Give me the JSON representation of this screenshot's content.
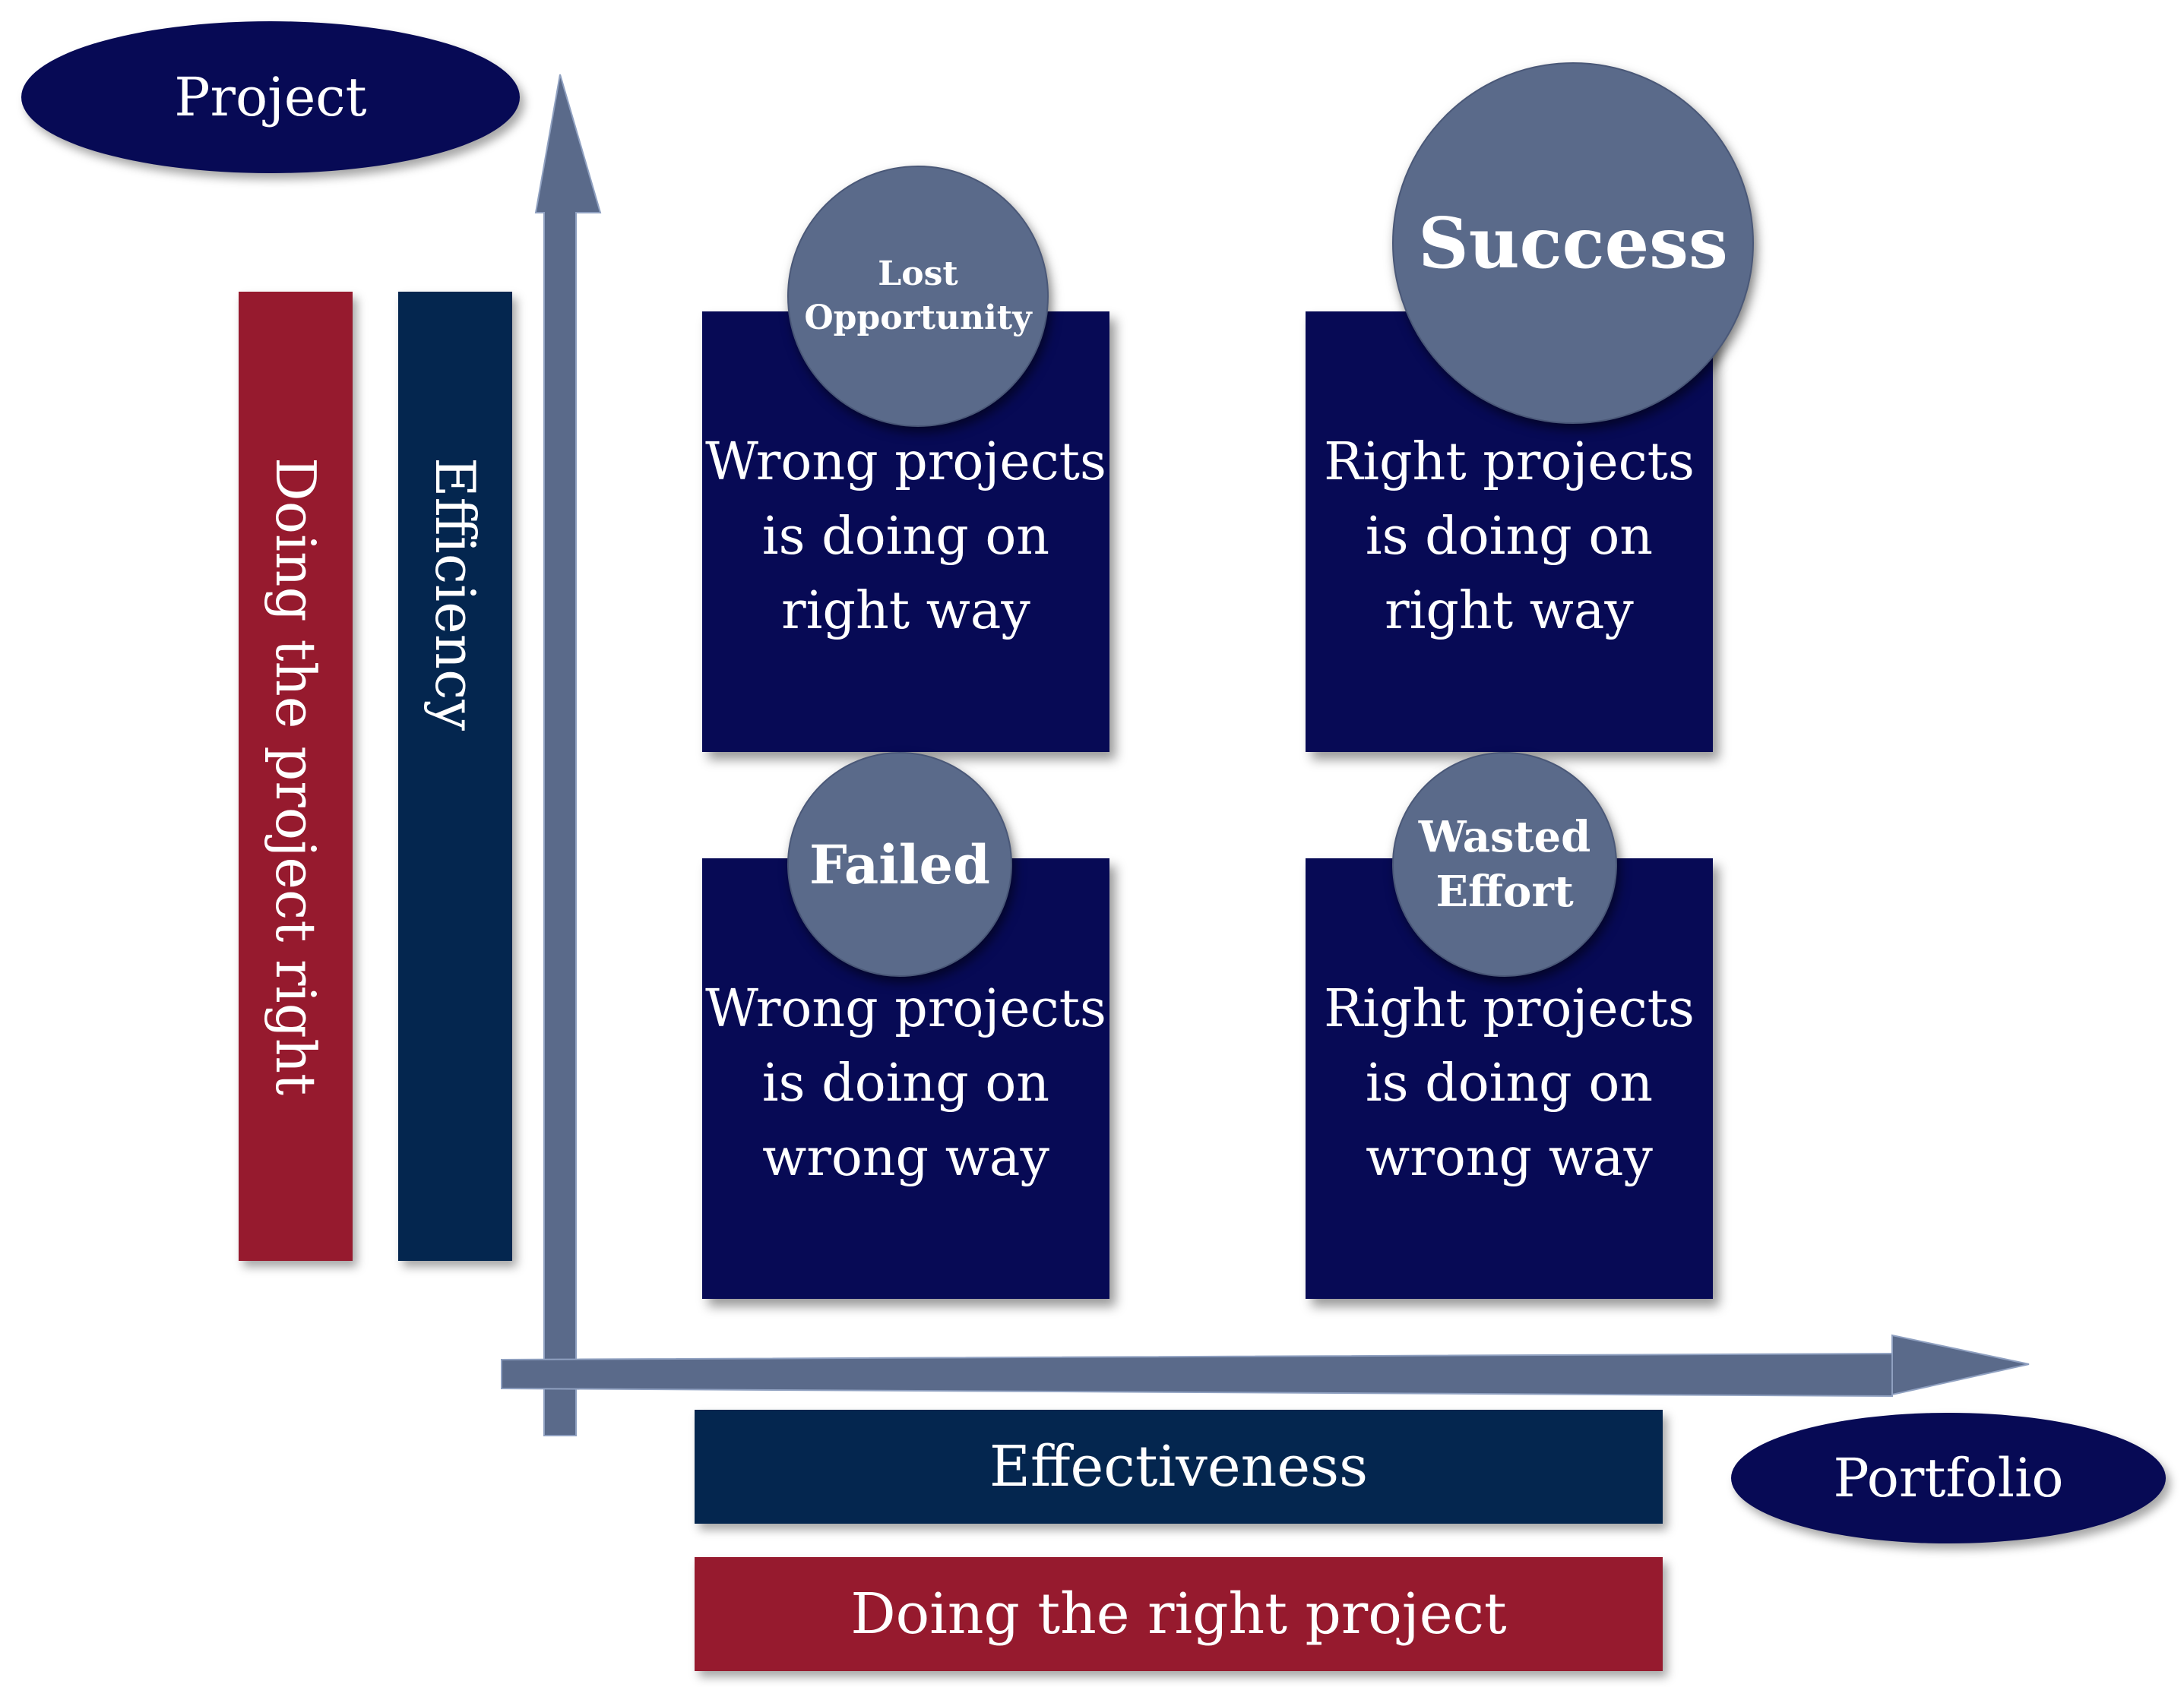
{
  "labels": {
    "project": "Project",
    "portfolio": "Portfolio",
    "doing_project_right": "Doing the project right",
    "efficiency": "Efficiency",
    "effectiveness": "Effectiveness",
    "doing_right_project": "Doing the right project"
  },
  "quadrants": {
    "top_left": {
      "badge": [
        "Lost",
        "Opportunity"
      ],
      "lines": [
        "Wrong projects",
        "is doing on",
        "right way"
      ]
    },
    "top_right": {
      "badge": [
        "Success"
      ],
      "lines": [
        "Right projects",
        "is doing on",
        "right way"
      ]
    },
    "bottom_left": {
      "badge": [
        "Failed"
      ],
      "lines": [
        "Wrong projects",
        "is doing on",
        "wrong way"
      ]
    },
    "bottom_right": {
      "badge": [
        "Wasted",
        "Effort"
      ],
      "lines": [
        "Right projects",
        "is doing on",
        "wrong way"
      ]
    }
  },
  "colors": {
    "navy": "#070a55",
    "dark_blue": "#04264f",
    "crimson": "#961a2e",
    "axis": "#5a6a8a",
    "badge": "#5a6a8a"
  }
}
